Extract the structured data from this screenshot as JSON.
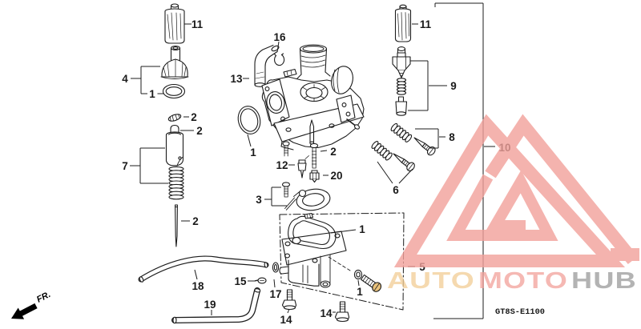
{
  "diagram": {
    "code": "GT8S-E1100",
    "direction_label": "FR.",
    "part_labels": [
      {
        "text": "11"
      },
      {
        "text": "4"
      },
      {
        "text": "1"
      },
      {
        "text": "2"
      },
      {
        "text": "2"
      },
      {
        "text": "7"
      },
      {
        "text": "2"
      },
      {
        "text": "16"
      },
      {
        "text": "13"
      },
      {
        "text": "1"
      },
      {
        "text": "2"
      },
      {
        "text": "12"
      },
      {
        "text": "20"
      },
      {
        "text": "3"
      },
      {
        "text": "6"
      },
      {
        "text": "8"
      },
      {
        "text": "9"
      },
      {
        "text": "11"
      },
      {
        "text": "10"
      },
      {
        "text": "5"
      },
      {
        "text": "1"
      },
      {
        "text": "1"
      },
      {
        "text": "17"
      },
      {
        "text": "15"
      },
      {
        "text": "18"
      },
      {
        "text": "19"
      },
      {
        "text": "14"
      },
      {
        "text": "14"
      }
    ],
    "line_color": "#1c1c1c"
  },
  "watermark": {
    "logo_color": "#F2A19B",
    "brand_segments": [
      {
        "text": "AUTO",
        "color": "#F2CD96"
      },
      {
        "text": "MOTO",
        "color": "#F2A29B"
      },
      {
        "text": "HUB",
        "color": "#9B9B9B"
      }
    ]
  }
}
